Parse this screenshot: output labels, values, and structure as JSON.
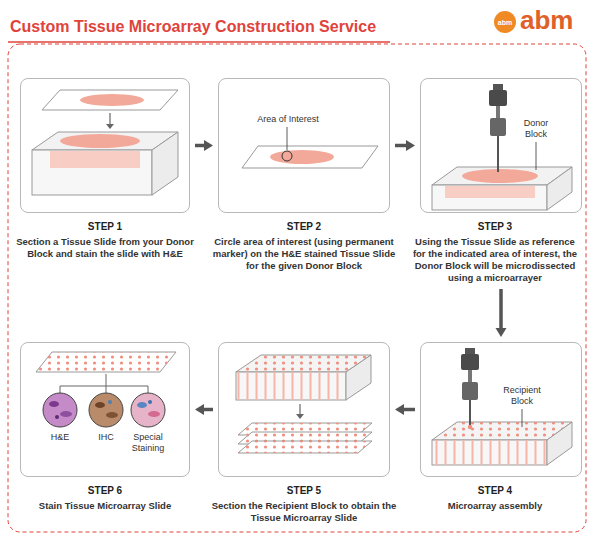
{
  "diagram": {
    "title": "Custom Tissue Microarray Construction Service",
    "nodes": [
      {
        "text": [
          "STEP 1",
          "Section a Tissue Slide from your Donor Block and stain the slide with H&E"
        ]
      },
      {
        "text": [
          "STEP 2",
          "Circle area of interest (using permanent marker) on the H&E stained Tissue Slide for the given Donor Block"
        ]
      },
      {
        "text": [
          "STEP 3",
          "Using the Tissue Slide as reference for the indicated area of interest, the Donor Block will be microdissected using a microarrayer"
        ]
      },
      {
        "text": [
          "STEP 4",
          "Microarray assembly"
        ]
      },
      {
        "text": [
          "STEP 5",
          "Section the Recipient Block to obtain the Tissue Microarray Slide"
        ]
      },
      {
        "text": [
          "STEP 6",
          "Stain Tissue Microarray Slide"
        ]
      }
    ],
    "edges": [
      {
        "from": 0,
        "to": 1,
        "arrow": "to"
      },
      {
        "from": 1,
        "to": 2,
        "arrow": "to"
      },
      {
        "from": 2,
        "to": 3,
        "arrow": "to"
      },
      {
        "from": 3,
        "to": 4,
        "arrow": "to"
      },
      {
        "from": 4,
        "to": 5,
        "arrow": "to"
      }
    ],
    "labels": [
      "Area of Interest",
      "Donor Block",
      "Recipient Block",
      "H&E",
      "IHC",
      "Special Staining",
      "abm",
      "abm"
    ]
  }
}
